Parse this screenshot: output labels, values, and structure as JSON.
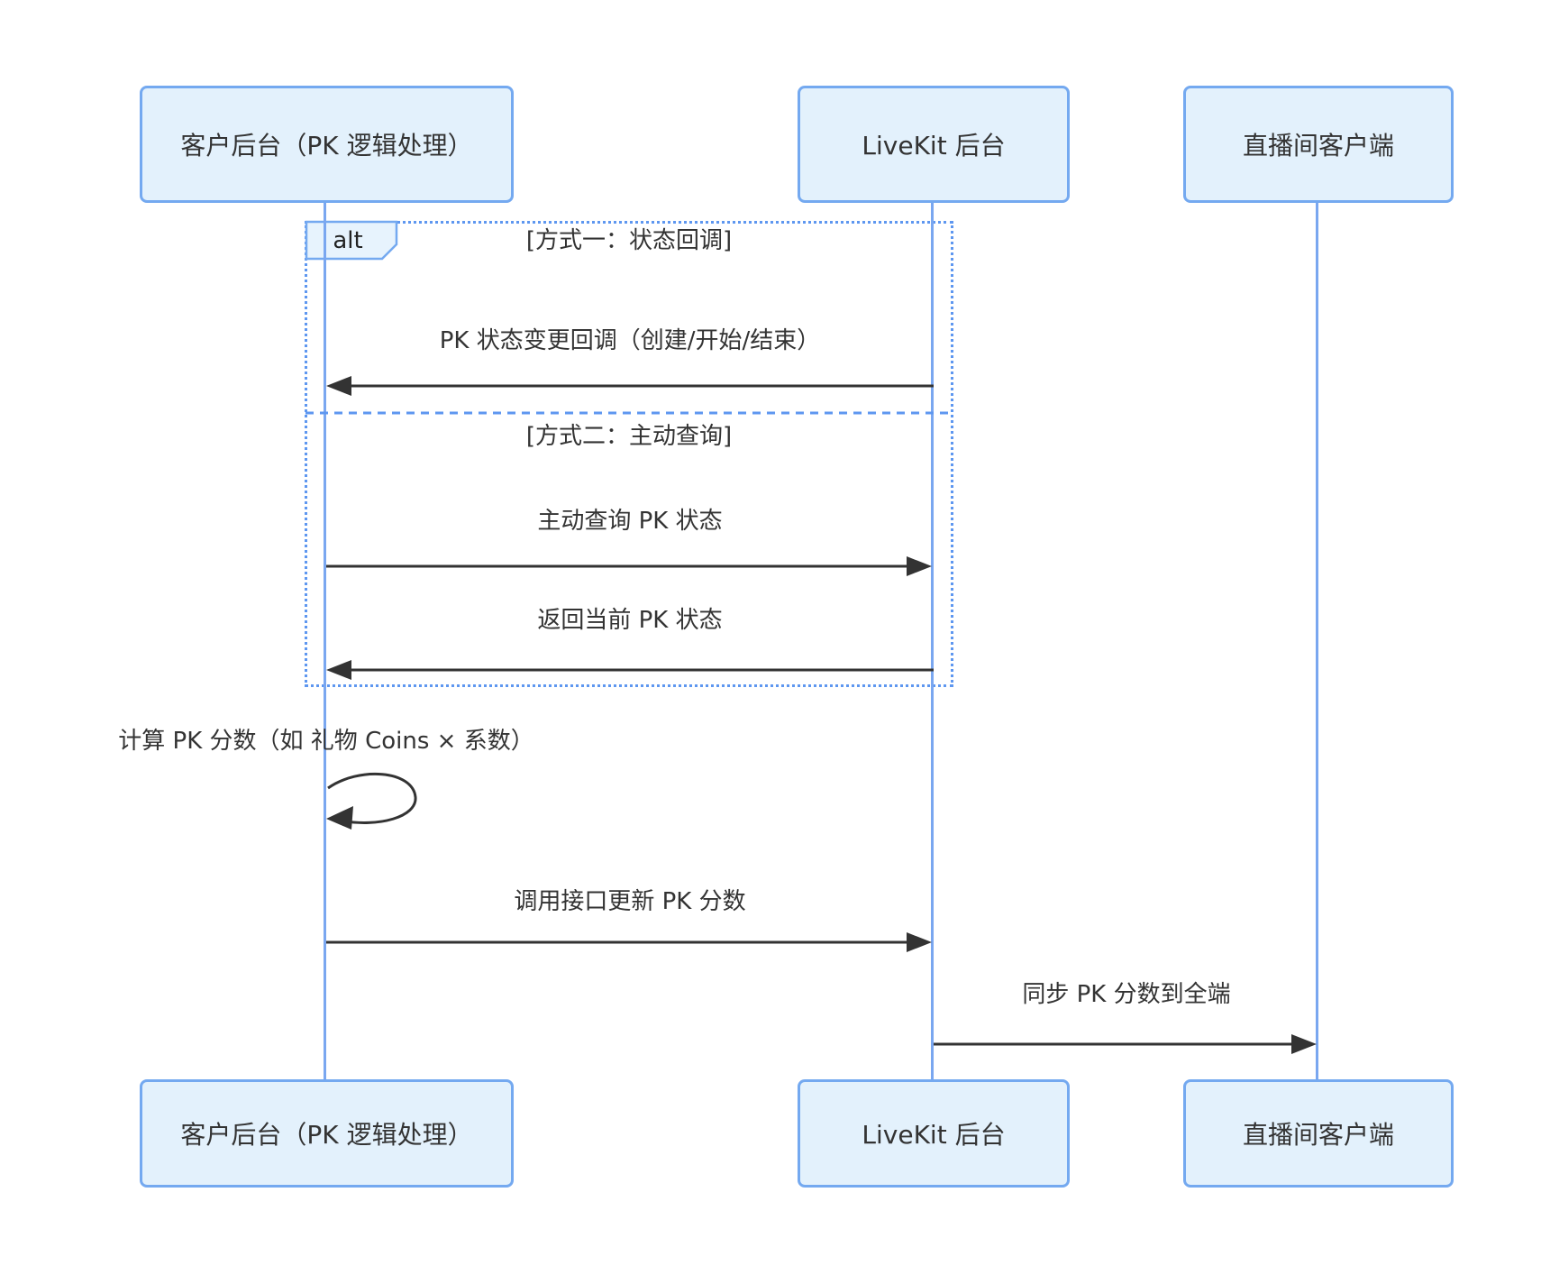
{
  "diagram": {
    "type": "sequence-diagram",
    "actors": [
      {
        "id": "customer-backend",
        "label": "客户后台（PK 逻辑处理）"
      },
      {
        "id": "livekit-backend",
        "label": "LiveKit 后台"
      },
      {
        "id": "live-room-client",
        "label": "直播间客户端"
      }
    ],
    "alt": {
      "operator": "alt",
      "branches": [
        {
          "condition": "[方式一：状态回调]",
          "messages": [
            {
              "from": "livekit-backend",
              "to": "customer-backend",
              "arrow": "solid-left",
              "text": "PK 状态变更回调（创建/开始/结束）"
            }
          ]
        },
        {
          "condition": "[方式二：主动查询]",
          "messages": [
            {
              "from": "customer-backend",
              "to": "livekit-backend",
              "arrow": "solid-right",
              "text": "主动查询 PK 状态"
            },
            {
              "from": "livekit-backend",
              "to": "customer-backend",
              "arrow": "solid-left",
              "text": "返回当前 PK 状态"
            }
          ]
        }
      ]
    },
    "messages": [
      {
        "from": "customer-backend",
        "to": "customer-backend",
        "arrow": "self-loop",
        "text": "计算 PK 分数（如 礼物 Coins × 系数）"
      },
      {
        "from": "customer-backend",
        "to": "livekit-backend",
        "arrow": "solid-right",
        "text": "调用接口更新 PK 分数"
      },
      {
        "from": "livekit-backend",
        "to": "live-room-client",
        "arrow": "solid-right",
        "text": "同步 PK 分数到全端"
      }
    ],
    "colors": {
      "actor_fill": "#e3f1fc",
      "actor_border": "#74a9f0",
      "lifeline": "#7aa7f0",
      "frame_border": "#5e97f0",
      "arrow": "#333333",
      "text": "#333333",
      "background": "#ffffff"
    }
  }
}
